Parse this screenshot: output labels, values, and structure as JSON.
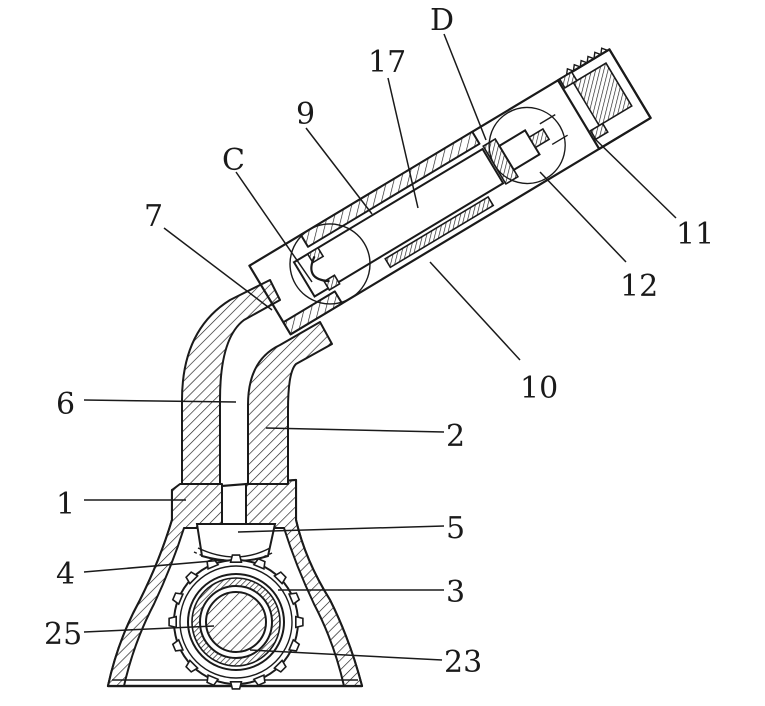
{
  "labels": {
    "D": "D",
    "17": "17",
    "9": "9",
    "C": "C",
    "7": "7",
    "11": "11",
    "12": "12",
    "10": "10",
    "6": "6",
    "2": "2",
    "1": "1",
    "5": "5",
    "4": "4",
    "3": "3",
    "25": "25",
    "23": "23"
  }
}
